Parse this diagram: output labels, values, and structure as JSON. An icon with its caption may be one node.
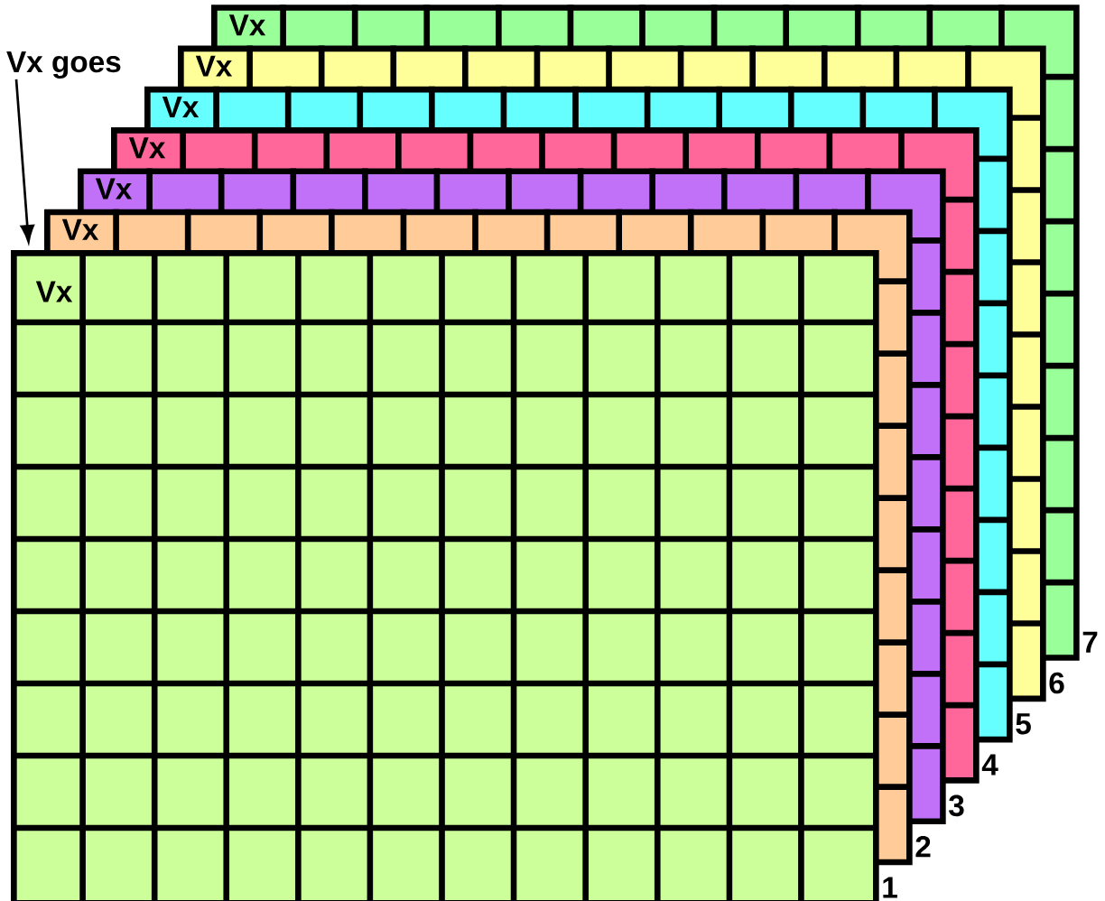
{
  "diagram": {
    "nodes": [
      {
        "text": [
          "Vx goes"
        ]
      },
      {
        "text": [
          "Vx"
        ],
        "beside": [
          "1"
        ]
      },
      {
        "text": [
          "Vx"
        ],
        "beside": [
          "2"
        ]
      },
      {
        "text": [
          "Vx"
        ],
        "beside": [
          "3"
        ]
      },
      {
        "text": [
          "Vx"
        ],
        "beside": [
          "4"
        ]
      },
      {
        "text": [
          "Vx"
        ],
        "beside": [
          "5"
        ]
      },
      {
        "text": [
          "Vx"
        ],
        "beside": [
          "6"
        ]
      },
      {
        "text": [
          "Vx"
        ],
        "beside": [
          "7"
        ]
      }
    ],
    "edges": [
      {
        "from": 0,
        "to": 1,
        "arrow": "to"
      }
    ]
  }
}
